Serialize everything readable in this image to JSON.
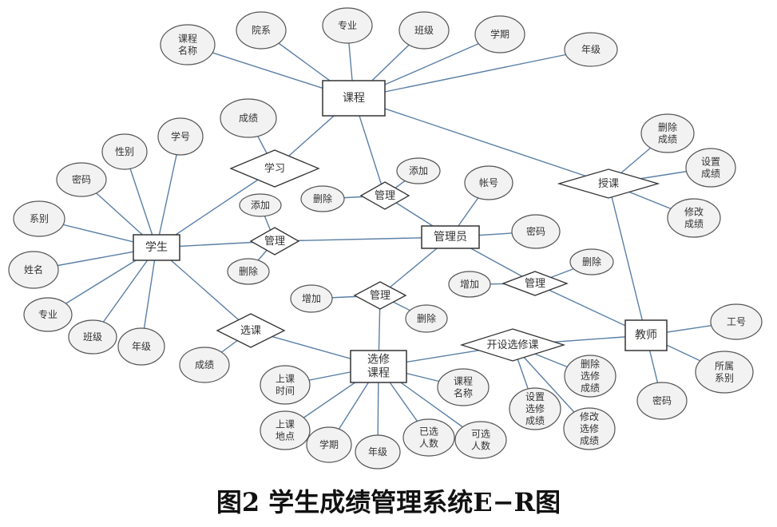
{
  "caption": "图2 学生成绩管理系统E−R图",
  "colors": {
    "line": "#5b7fa6",
    "attribute_fill": "#f2f2f2",
    "attribute_stroke": "#555555",
    "entity_stroke": "#333333",
    "relationship_stroke": "#333333",
    "text": "#333333"
  },
  "entities": [
    {
      "id": "course",
      "label": "课程"
    },
    {
      "id": "student",
      "label": "学生"
    },
    {
      "id": "admin",
      "label": "管理员"
    },
    {
      "id": "teacher",
      "label": "教师"
    },
    {
      "id": "elective",
      "label": "选修课程"
    }
  ],
  "relationships": [
    {
      "id": "r_study",
      "label": "学习"
    },
    {
      "id": "r_manage1",
      "label": "管理"
    },
    {
      "id": "r_manage2",
      "label": "管理"
    },
    {
      "id": "r_manage3",
      "label": "管理"
    },
    {
      "id": "r_manage4",
      "label": "管理"
    },
    {
      "id": "r_teach",
      "label": "授课"
    },
    {
      "id": "r_select",
      "label": "选课"
    },
    {
      "id": "r_open",
      "label": "开设选修课"
    }
  ],
  "attributes": [
    {
      "id": "a_cname",
      "label": "课程名称"
    },
    {
      "id": "a_dept",
      "label": "院系"
    },
    {
      "id": "a_major_c",
      "label": "专业"
    },
    {
      "id": "a_class_c",
      "label": "班级"
    },
    {
      "id": "a_term_c",
      "label": "学期"
    },
    {
      "id": "a_grade_c",
      "label": "年级"
    },
    {
      "id": "a_score_study",
      "label": "成绩"
    },
    {
      "id": "a_sid",
      "label": "学号"
    },
    {
      "id": "a_gender",
      "label": "性别"
    },
    {
      "id": "a_pwd_s",
      "label": "密码"
    },
    {
      "id": "a_sdept",
      "label": "系别"
    },
    {
      "id": "a_sname",
      "label": "姓名"
    },
    {
      "id": "a_smajor",
      "label": "专业"
    },
    {
      "id": "a_sclass",
      "label": "班级"
    },
    {
      "id": "a_sgrade",
      "label": "年级"
    },
    {
      "id": "a_add1",
      "label": "添加"
    },
    {
      "id": "a_del1",
      "label": "删除"
    },
    {
      "id": "a_add2",
      "label": "添加"
    },
    {
      "id": "a_del2",
      "label": "删除"
    },
    {
      "id": "a_account",
      "label": "帐号"
    },
    {
      "id": "a_pwd_a",
      "label": "密码"
    },
    {
      "id": "a_inc",
      "label": "增加"
    },
    {
      "id": "a_del3",
      "label": "删除"
    },
    {
      "id": "a_add4",
      "label": "增加"
    },
    {
      "id": "a_del4",
      "label": "删除"
    },
    {
      "id": "a_delscore",
      "label": "删除成绩"
    },
    {
      "id": "a_setscore",
      "label": "设置成绩"
    },
    {
      "id": "a_modscore",
      "label": "修改成绩"
    },
    {
      "id": "a_tid",
      "label": "工号"
    },
    {
      "id": "a_tdept",
      "label": "所属系别"
    },
    {
      "id": "a_tpwd",
      "label": "密码"
    },
    {
      "id": "a_score_sel",
      "label": "成绩"
    },
    {
      "id": "a_time",
      "label": "上课时间"
    },
    {
      "id": "a_place",
      "label": "上课地点"
    },
    {
      "id": "a_eterm",
      "label": "学期"
    },
    {
      "id": "a_egrade",
      "label": "年级"
    },
    {
      "id": "a_selected",
      "label": "已选人数"
    },
    {
      "id": "a_avail",
      "label": "可选人数"
    },
    {
      "id": "a_ecname",
      "label": "课程名称"
    },
    {
      "id": "a_del_el",
      "label": "删除选修成绩"
    },
    {
      "id": "a_set_el",
      "label": "设置选修成绩"
    },
    {
      "id": "a_mod_el",
      "label": "修改选修成绩"
    }
  ]
}
